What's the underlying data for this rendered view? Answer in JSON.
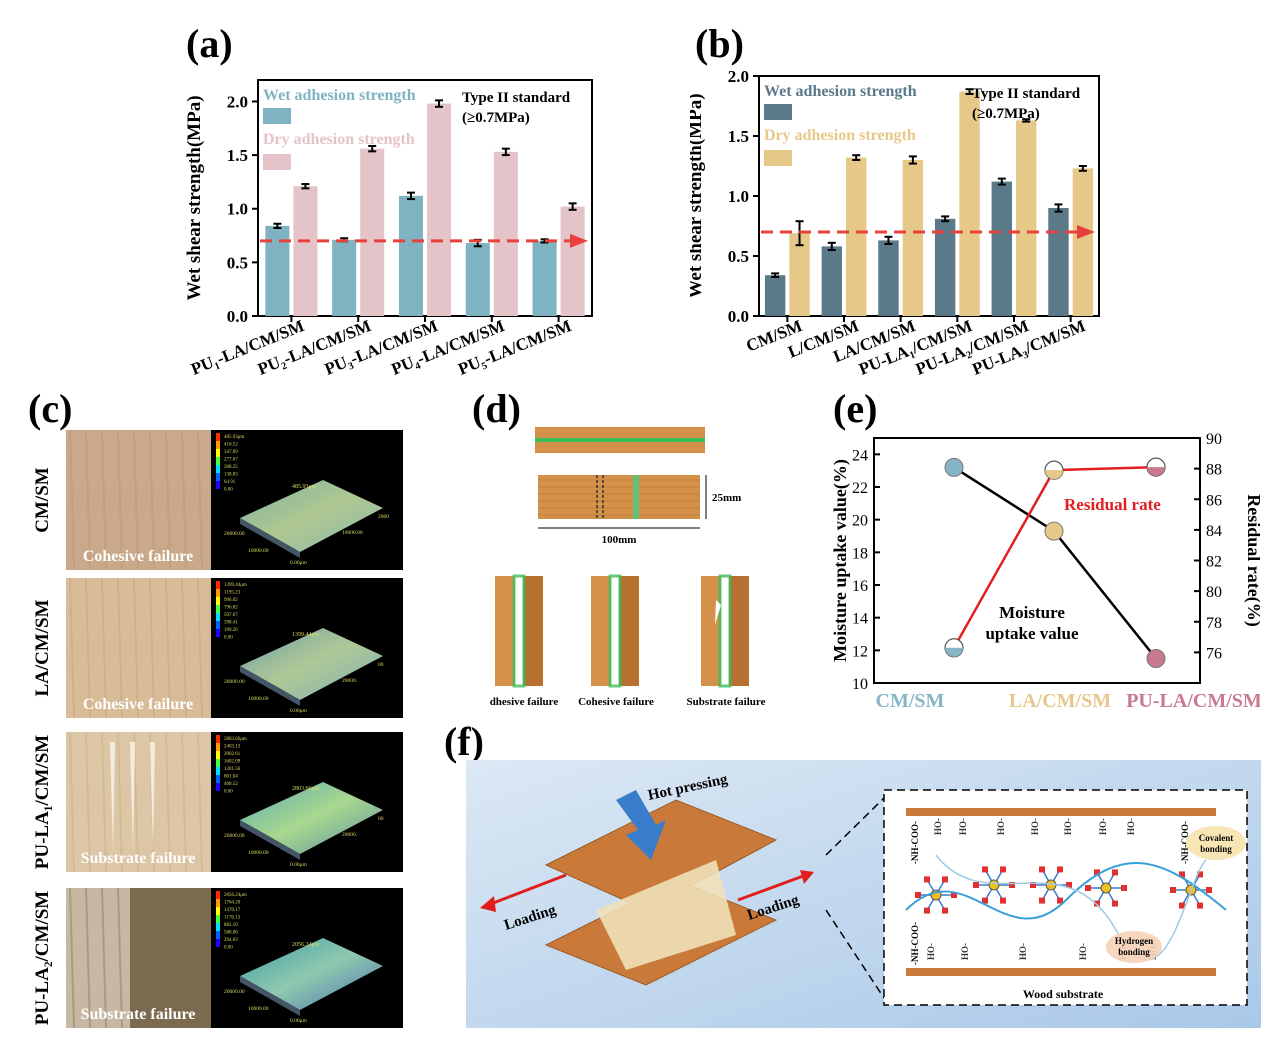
{
  "panels": {
    "a": "(a)",
    "b": "(b)",
    "c": "(c)",
    "d": "(d)",
    "e": "(e)",
    "f": "(f)"
  },
  "colors": {
    "wet_a": "#7fb3c2",
    "dry_a": "#e5c4c9",
    "wet_b": "#5a7a8a",
    "dry_b": "#e6c888",
    "ref_line": "#e8413c",
    "res_line": "#e41e1e"
  },
  "chart_data": [
    {
      "id": "a",
      "type": "bar",
      "ylabel": "Wet shear strength(MPa)",
      "ylim": [
        0,
        2.2
      ],
      "yticks": [
        "0.0",
        "0.5",
        "1.0",
        "1.5",
        "2.0"
      ],
      "categories": [
        "PU₁-LA/CM/SM",
        "PU₂-LA/CM/SM",
        "PU₃-LA/CM/SM",
        "PU₄-LA/CM/SM",
        "PU₅-LA/CM/SM"
      ],
      "series": [
        {
          "name": "Wet adhesion strength",
          "values": [
            0.84,
            0.71,
            1.12,
            0.68,
            0.7
          ],
          "errors": [
            0.02,
            0.015,
            0.03,
            0.03,
            0.015
          ]
        },
        {
          "name": "Dry adhesion strength",
          "values": [
            1.21,
            1.56,
            1.98,
            1.53,
            1.02
          ],
          "errors": [
            0.02,
            0.025,
            0.03,
            0.03,
            0.03
          ]
        }
      ],
      "reference": {
        "value": 0.7,
        "label_line1": "Type II standard",
        "label_line2": "(≥0.7MPa)"
      }
    },
    {
      "id": "b",
      "type": "bar",
      "ylabel": "Wet shear strength(MPa)",
      "ylim": [
        0,
        2.0
      ],
      "yticks": [
        "0.0",
        "0.5",
        "1.0",
        "1.5",
        "2.0"
      ],
      "categories": [
        "CM/SM",
        "L/CM/SM",
        "LA/CM/SM",
        "PU-LA₁/CM/SM",
        "PU-LA₂/CM/SM",
        "PU-LA₃/CM/SM"
      ],
      "series": [
        {
          "name": "Wet adhesion strength",
          "values": [
            0.34,
            0.58,
            0.63,
            0.81,
            1.12,
            0.9
          ],
          "errors": [
            0.015,
            0.03,
            0.03,
            0.02,
            0.025,
            0.03
          ]
        },
        {
          "name": "Dry adhesion strength",
          "values": [
            0.69,
            1.32,
            1.3,
            1.87,
            1.63,
            1.23
          ],
          "errors": [
            0.1,
            0.02,
            0.03,
            0.02,
            0.01,
            0.02
          ]
        }
      ],
      "reference": {
        "value": 0.7,
        "label_line1": "Type II standard",
        "label_line2": "(≥0.7MPa)"
      }
    },
    {
      "id": "e",
      "type": "line",
      "categories": [
        "CM/SM",
        "LA/CM/SM",
        "PU-LA/CM/SM"
      ],
      "category_colors": [
        "#86b6c6",
        "#e6c88a",
        "#c97a8e"
      ],
      "ylabel_left": "Moisture uptake value(%)",
      "ylim_left": [
        10,
        25
      ],
      "yticks_left": [
        "10",
        "12",
        "14",
        "16",
        "18",
        "20",
        "22",
        "24"
      ],
      "ylabel_right": "Residual rate(%)",
      "ylim_right": [
        74,
        90
      ],
      "yticks_right": [
        "76",
        "78",
        "80",
        "82",
        "84",
        "86",
        "88",
        "90"
      ],
      "series": [
        {
          "name": "Moisture uptake value",
          "axis": "left",
          "values": [
            23.2,
            19.3,
            11.5
          ]
        },
        {
          "name": "Residual rate",
          "axis": "right",
          "values": [
            76.3,
            87.9,
            88.1
          ]
        }
      ],
      "label_moisture_1": "Moisture",
      "label_moisture_2": "uptake value",
      "label_residual": "Residual rate"
    }
  ],
  "panel_c": {
    "rows": [
      {
        "sample": "CM/SM",
        "failure": "Cohesive failure",
        "peak": "485.93μm",
        "scale": [
          "485.93μm",
          "416.52",
          "347.09",
          "277.67",
          "208.25",
          "138.83",
          "64.91",
          "0.00"
        ],
        "ax1": "20000.00",
        "ax2": "10000.00",
        "ax3": "10000.00",
        "ax4": "2000",
        "origin": "0.00μm"
      },
      {
        "sample": "LA/CM/SM",
        "failure": "Cohesive failure",
        "peak": "1399.44μm",
        "scale": [
          "1399.44μm",
          "1195.23",
          "996.02",
          "796.82",
          "597.67",
          "398.41",
          "199.20",
          "0.00"
        ],
        "ax1": "20000.00",
        "ax2": "10000.00",
        "ax3": "20000.",
        "ax4": "00",
        "origin": "0.00μm"
      },
      {
        "sample": "PU-LA₁/CM/SM",
        "failure": "Substrate failure",
        "peak": "2803.66μm",
        "scale": [
          "2803.66μm",
          "2403.13",
          "2002.61",
          "1602.09",
          "1201.56",
          "801.04",
          "400.52",
          "0.00"
        ],
        "ax1": "20000.00",
        "ax2": "10000.00",
        "ax3": "20000.",
        "ax4": "00",
        "origin": "0.00μm"
      },
      {
        "sample": "PU-LA₂/CM/SM",
        "failure": "Substrate failure",
        "peak": "2056.24μm",
        "scale": [
          "2056.24μm",
          "1764.20",
          "1470.17",
          "1176.13",
          "882.10",
          "588.06",
          "294.03",
          "0.00"
        ],
        "ax1": "20000.00",
        "ax2": "10000.00",
        "ax3": "",
        "ax4": "",
        "origin": "0.00μm"
      }
    ]
  },
  "panel_d": {
    "dim_height": "25mm",
    "dim_length": "100mm",
    "failures": [
      "Adhesive failure",
      "Cohesive failure",
      "Substrate failure"
    ]
  },
  "panel_f": {
    "hot_pressing": "Hot pressing",
    "loading": "Loading",
    "wood_substrate": "Wood substrate",
    "covalent_1": "Covalent",
    "covalent_2": "bonding",
    "hydrogen_1": "Hydrogen",
    "hydrogen_2": "bonding",
    "nh_coo": "-NH-COO-",
    "ho": "HO-"
  }
}
